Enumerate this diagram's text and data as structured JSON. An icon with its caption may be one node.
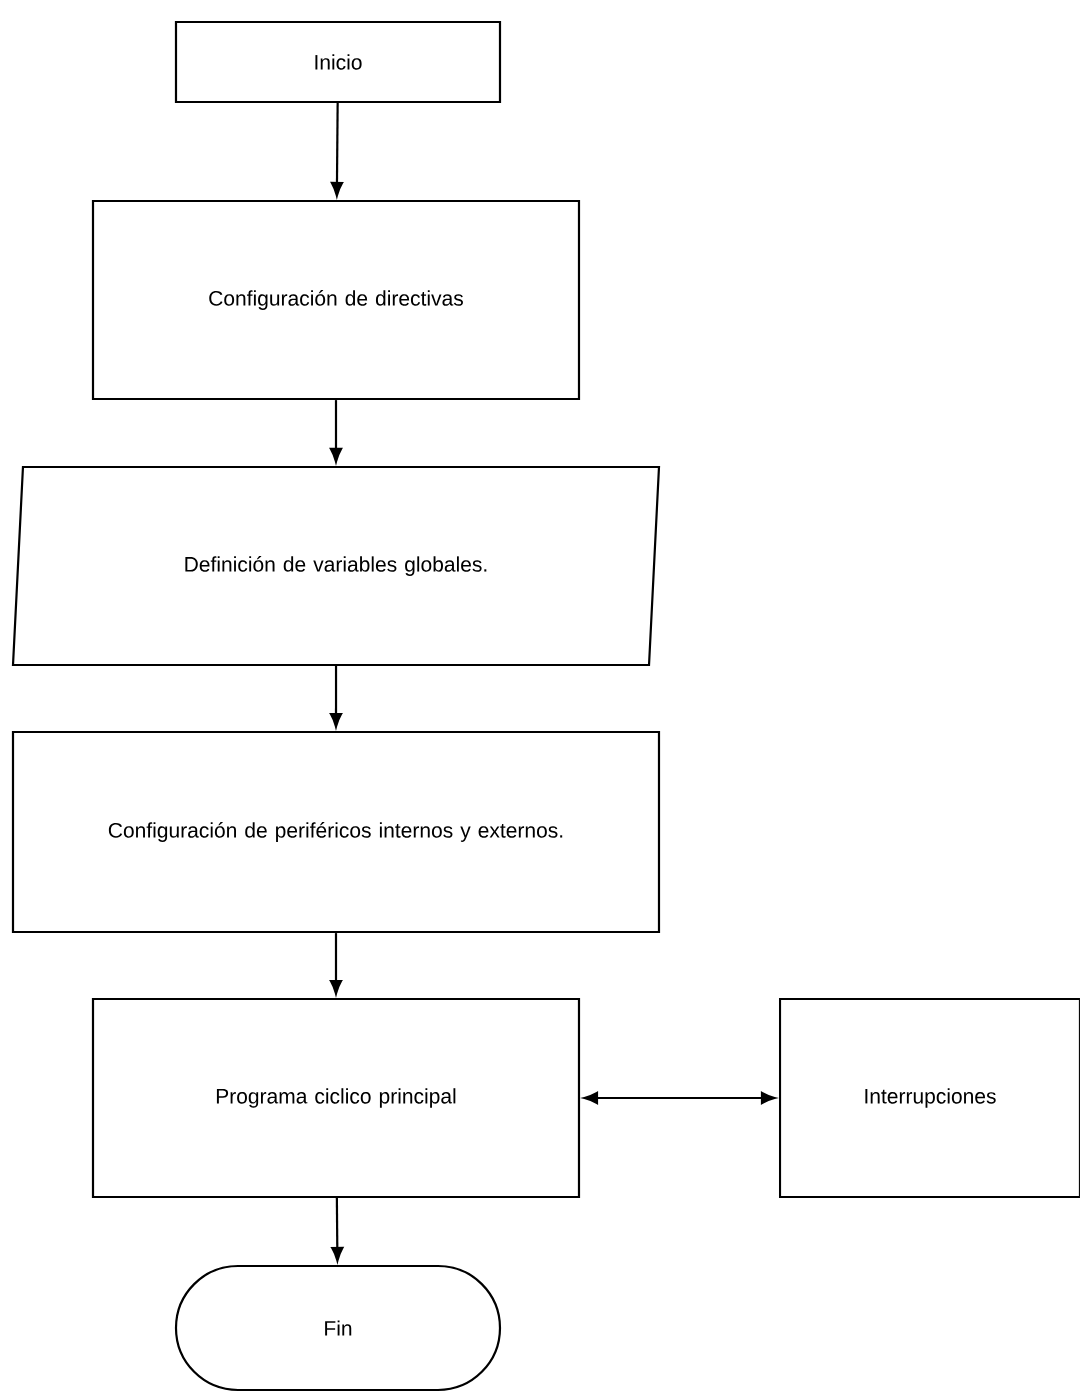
{
  "diagram": {
    "nodes": [
      {
        "text": [
          "Inicio"
        ]
      },
      {
        "text": [
          "Configuración de directivas"
        ]
      },
      {
        "text": [
          "Definición de variables globales."
        ]
      },
      {
        "text": [
          "Configuración de periféricos internos y externos."
        ]
      },
      {
        "text": [
          "Programa ciclico principal"
        ]
      },
      {
        "text": [
          "Interrupciones"
        ]
      },
      {
        "text": [
          "Fin"
        ]
      }
    ],
    "edges": [
      {
        "from": 0,
        "to": 1,
        "arrow": "to"
      },
      {
        "from": 1,
        "to": 2,
        "arrow": "to"
      },
      {
        "from": 2,
        "to": 3,
        "arrow": "to"
      },
      {
        "from": 3,
        "to": 4,
        "arrow": "to"
      },
      {
        "from": 4,
        "to": 5,
        "arrow": "both"
      },
      {
        "from": 4,
        "to": 6,
        "arrow": "to"
      }
    ]
  }
}
